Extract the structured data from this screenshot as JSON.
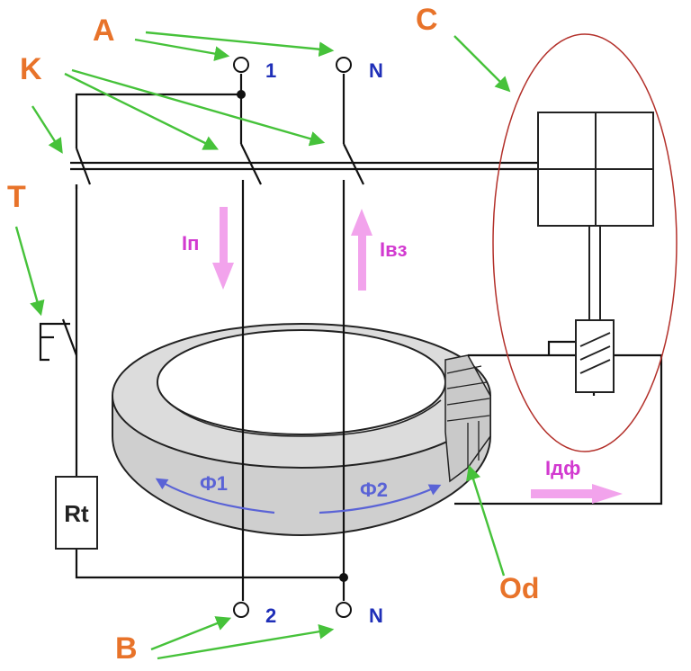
{
  "labels": {
    "A": "A",
    "B": "B",
    "C": "C",
    "K": "K",
    "T": "T",
    "Od": "Od",
    "Rt": "Rt"
  },
  "terminals": {
    "top_phase": "1",
    "top_neutral": "N",
    "bottom_phase": "2",
    "bottom_neutral": "N"
  },
  "currents": {
    "I_load": "Iп",
    "I_return": "Iвз",
    "I_diff": "Iдф"
  },
  "fluxes": {
    "phi1": "Ф1",
    "phi2": "Ф2"
  },
  "colors": {
    "orange_label": "#e8732a",
    "blue_label": "#1f2fb8",
    "magenta_arrow": "#f2a3ec",
    "violet_flux": "#5a63d6",
    "green_pointer": "#46c23a",
    "relay_circle": "#c0392b",
    "core_fill": "#d6d6d6"
  }
}
